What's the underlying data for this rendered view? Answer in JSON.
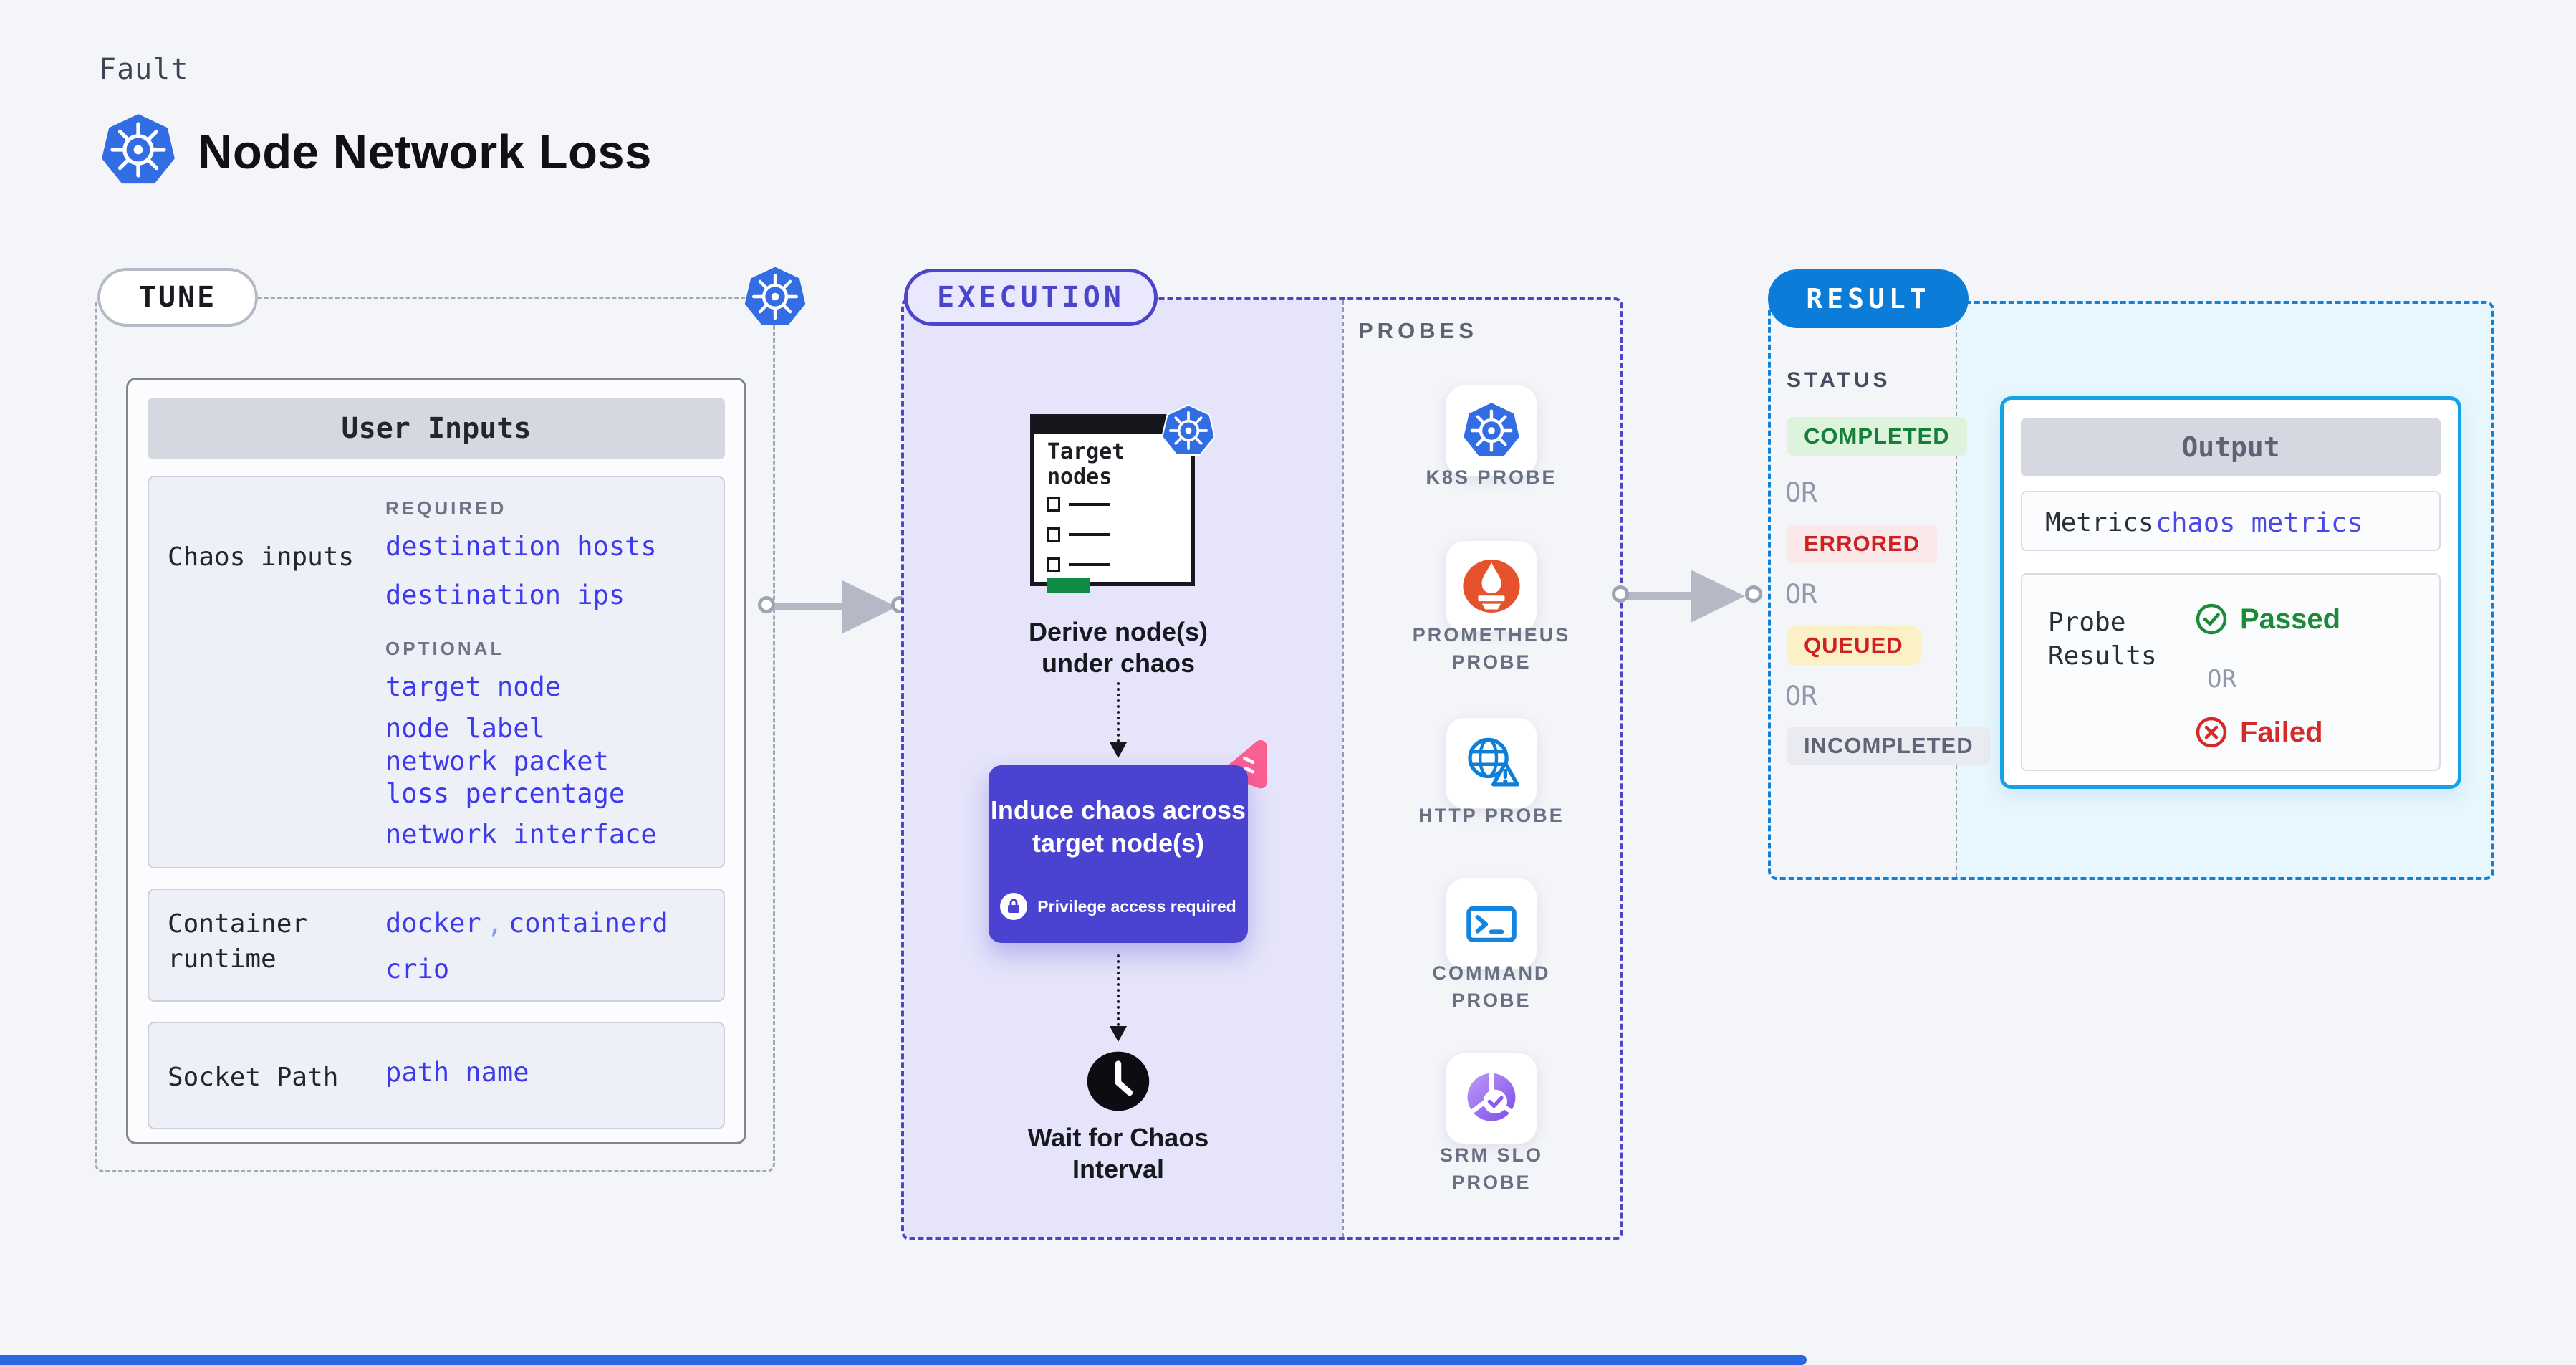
{
  "header": {
    "eyebrow": "Fault",
    "title": "Node Network Loss"
  },
  "tune": {
    "pill": "TUNE",
    "user_inputs": {
      "header": "User Inputs",
      "chaos_label": "Chaos inputs",
      "required_label": "REQUIRED",
      "required_items": [
        "destination hosts",
        "destination ips"
      ],
      "optional_label": "OPTIONAL",
      "optional_items": [
        "target node",
        "node label",
        "network packet loss percentage",
        "network interface"
      ],
      "runtime_label": "Container runtime",
      "runtime_value_1": "docker",
      "runtime_comma": ",",
      "runtime_value_2": "containerd",
      "runtime_value_3": "crio",
      "socket_label": "Socket Path",
      "socket_value": "path name"
    }
  },
  "execution": {
    "pill": "EXECUTION",
    "target_window_title": "Target\nnodes",
    "derive_label": "Derive node(s)\nunder chaos",
    "induce_title": "Induce chaos across\ntarget node(s)",
    "privilege_note": "Privilege access required",
    "wait_label": "Wait for Chaos\nInterval"
  },
  "probes": {
    "label": "PROBES",
    "items": [
      {
        "label": "K8S PROBE",
        "icon": "kubernetes-icon"
      },
      {
        "label": "PROMETHEUS\nPROBE",
        "icon": "prometheus-icon"
      },
      {
        "label": "HTTP PROBE",
        "icon": "http-globe-warning-icon"
      },
      {
        "label": "COMMAND\nPROBE",
        "icon": "terminal-icon"
      },
      {
        "label": "SRM SLO\nPROBE",
        "icon": "slo-pie-check-icon"
      }
    ]
  },
  "result": {
    "pill": "RESULT",
    "status_label": "STATUS",
    "statuses": [
      {
        "label": "COMPLETED",
        "text_color": "#157f39",
        "bg_color": "#def3dc"
      },
      {
        "label": "ERRORED",
        "text_color": "#ce2121",
        "bg_color": "#fbe8e8"
      },
      {
        "label": "QUEUED",
        "text_color": "#ce2121",
        "bg_color": "#fcf0c6"
      },
      {
        "label": "INCOMPLETED",
        "text_color": "#5f6577",
        "bg_color": "#e9ebf1"
      }
    ],
    "or_label": "OR",
    "output": {
      "header": "Output",
      "metrics_label": "Metrics",
      "metrics_value": "chaos metrics",
      "probe_results_label": "Probe\nResults",
      "passed_label": "Passed",
      "or_label": "OR",
      "failed_label": "Failed"
    }
  },
  "colors": {
    "page_bg": "#f4f5f9",
    "kubernetes_blue": "#336de4",
    "execution_indigo": "#4b45cc",
    "execution_fill": "#e5e4fa",
    "induce_purple": "#4a43d1",
    "result_blue": "#0b7cd7",
    "output_cyan_border": "#14a2e6",
    "result_fill": "#e8f6fd",
    "value_blue": "#3c39ee",
    "prometheus_orange": "#e6522c",
    "pink_badge": "#fb5f92",
    "passed_green": "#1d8a38",
    "failed_red": "#d62a2a",
    "connector_gray": "#b6b8c5",
    "green_bar": "#0e8c46",
    "bottom_bar": "#2b66e3"
  }
}
